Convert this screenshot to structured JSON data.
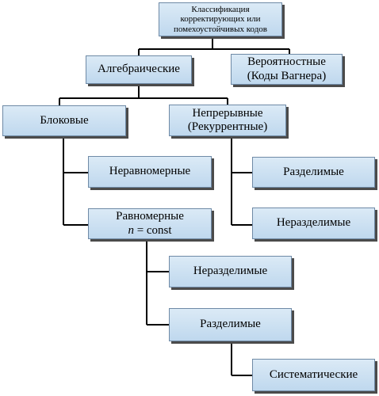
{
  "nodes": {
    "root": {
      "line1": "Классификация",
      "line2": "корректирующих или",
      "line3": "помехоустойчивых кодов"
    },
    "algebraic": {
      "label": "Алгебраические"
    },
    "probabilistic": {
      "line1": "Вероятностные",
      "line2": "(Коды Вагнера)"
    },
    "block": {
      "label": "Блоковые"
    },
    "continuous": {
      "line1": "Непрерывные",
      "line2": "(Рекуррентные)"
    },
    "nonuniform": {
      "label": "Неравномерные"
    },
    "uniform": {
      "line1": "Равномерные",
      "n": "n",
      "eq": " = const"
    },
    "cont_separable": {
      "label": "Разделимые"
    },
    "cont_nonseparable": {
      "label": "Неразделимые"
    },
    "uni_nonseparable": {
      "label": "Неразделимые"
    },
    "uni_separable": {
      "label": "Разделимые"
    },
    "systematic": {
      "label": "Систематические"
    }
  }
}
